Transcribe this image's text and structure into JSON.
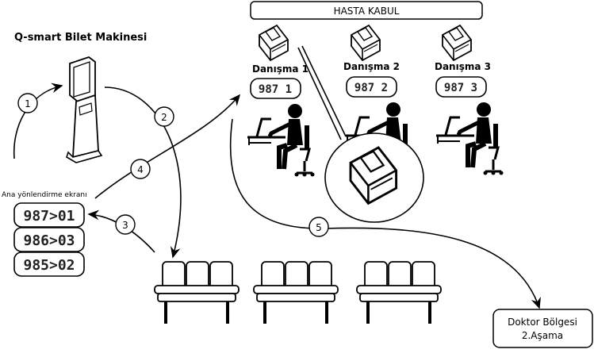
{
  "title": "Q-smart Bilet Makinesi",
  "header": "HASTA KABUL",
  "main_screen": {
    "label": "Ana yönlendirme ekranı",
    "rows": [
      "987>01",
      "986>03",
      "985>02"
    ]
  },
  "desks": [
    {
      "label": "Danışma 1",
      "display": "987 1"
    },
    {
      "label": "Danışma 2",
      "display": "987 2"
    },
    {
      "label": "Danışma 3",
      "display": "987 3"
    }
  ],
  "steps": [
    "1",
    "2",
    "3",
    "4",
    "5"
  ],
  "destination": {
    "line1": "Doktor Bölgesi",
    "line2": "2.Aşama"
  }
}
